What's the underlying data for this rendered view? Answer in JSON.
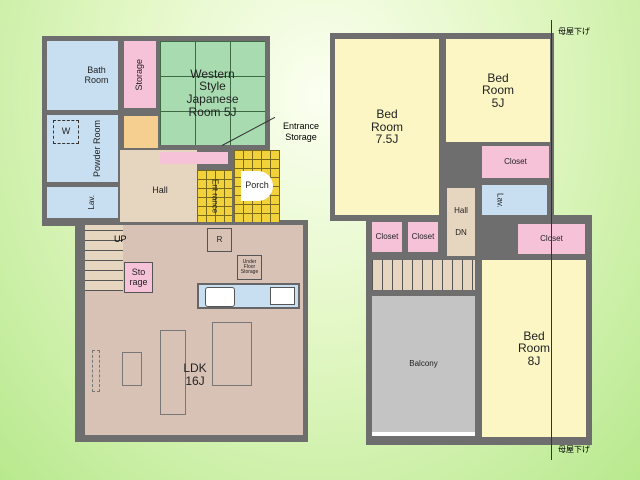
{
  "floor1": {
    "bath": "Bath Room",
    "storage": "Storage",
    "japanese": "Western Style Japanese Room 5J",
    "powder": "Powder Room",
    "washer": "W",
    "entrance_storage": "Entrance Storage",
    "hall": "Hall",
    "entrance": "Ent rance",
    "porch": "Porch",
    "lav": "Lav.",
    "up": "UP",
    "storage2": "Sto rage",
    "refrigerator": "R",
    "under_floor": "Under Floor Storage",
    "ldk": "LDK 16J"
  },
  "floor2": {
    "bed1": "Bed Room 7.5J",
    "bed2": "Bed Room 5J",
    "bed3": "Bed Room 8J",
    "closet": "Closet",
    "lav": "Lav.",
    "hall": "Hall",
    "dn": "DN",
    "balcony": "Balcony",
    "roof_note_top": "母屋下げ",
    "roof_note_bottom": "母屋下げ"
  }
}
